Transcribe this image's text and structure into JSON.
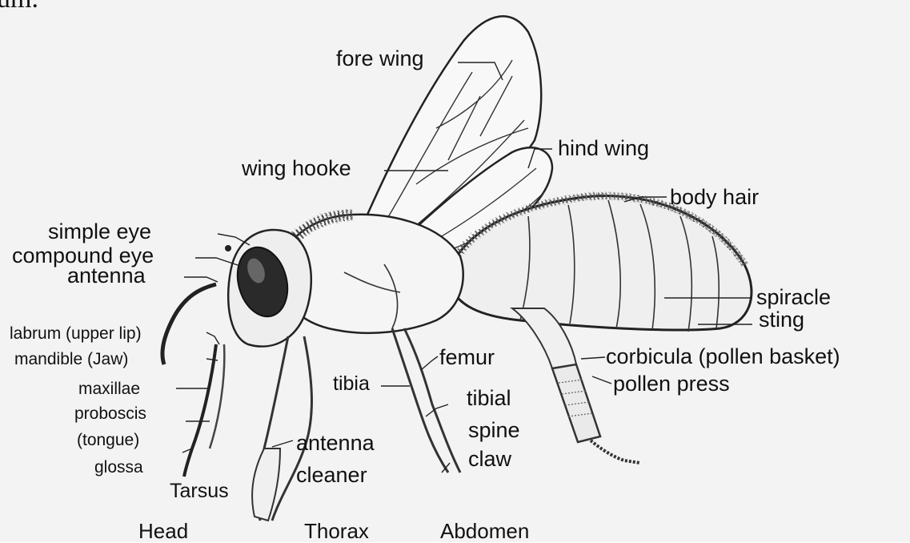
{
  "text_fragment": "um.",
  "labels": {
    "fore_wing": "fore wing",
    "hind_wing": "hind wing",
    "wing_hook": "wing hooke",
    "body_hair": "body hair",
    "simple_eye": "simple eye",
    "compound_eye": "compound eye",
    "antenna": "antenna",
    "labrum": "labrum (upper lip)",
    "mandible": "mandible (Jaw)",
    "maxillae": "maxillae",
    "proboscis": "proboscis",
    "tongue": "(tongue)",
    "glossa": "glossa",
    "tarsus": "Tarsus",
    "tibia": "tibia",
    "antenna_cleaner_1": "antenna",
    "antenna_cleaner_2": "cleaner",
    "femur": "femur",
    "tibial": "tibial",
    "spine": "spine",
    "claw": "claw",
    "corbicula": "corbicula (pollen basket)",
    "pollen_press": "pollen press",
    "spiracle": "spiracle",
    "sting": "sting"
  },
  "sections": {
    "head": "Head",
    "thorax": "Thorax",
    "abdomen": "Abdomen"
  }
}
